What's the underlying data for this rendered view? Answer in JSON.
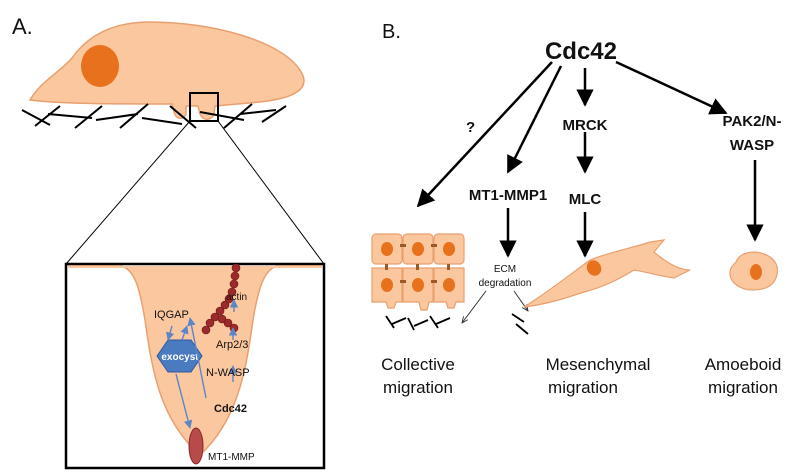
{
  "panel_a": {
    "label": "A.",
    "inset": {
      "iqgap": "IQGAP",
      "actin": "actin",
      "arp": "Arp2/3",
      "nwasp": "N-WASP",
      "cdc42": "Cdc42",
      "exocyst": "exocyst",
      "mt1mmp": "MT1-MMP"
    }
  },
  "panel_b": {
    "label": "B.",
    "cdc42": "Cdc42",
    "question": "?",
    "mrck": "MRCK",
    "pak2_line1": "PAK2/N-",
    "pak2_line2": "WASP",
    "mt1mmp1": "MT1-MMP1",
    "mlc": "MLC",
    "ecm_line1": "ECM",
    "ecm_line2": "degradation",
    "collective_line1": "Collective",
    "collective_line2": "migration",
    "mesenchymal_line1": "Mesenchymal",
    "mesenchymal_line2": "migration",
    "amoeboid_line1": "Amoeboid",
    "amoeboid_line2": "migration"
  },
  "colors": {
    "cell_fill": "#fbc79f",
    "cell_stroke": "#e8a070",
    "nucleus": "#e8711e",
    "actin": "#9b2a2a",
    "exocyst": "#4a7ac0",
    "mmp": "#b94a4a",
    "pathway_arrow": "#5b86c8"
  }
}
